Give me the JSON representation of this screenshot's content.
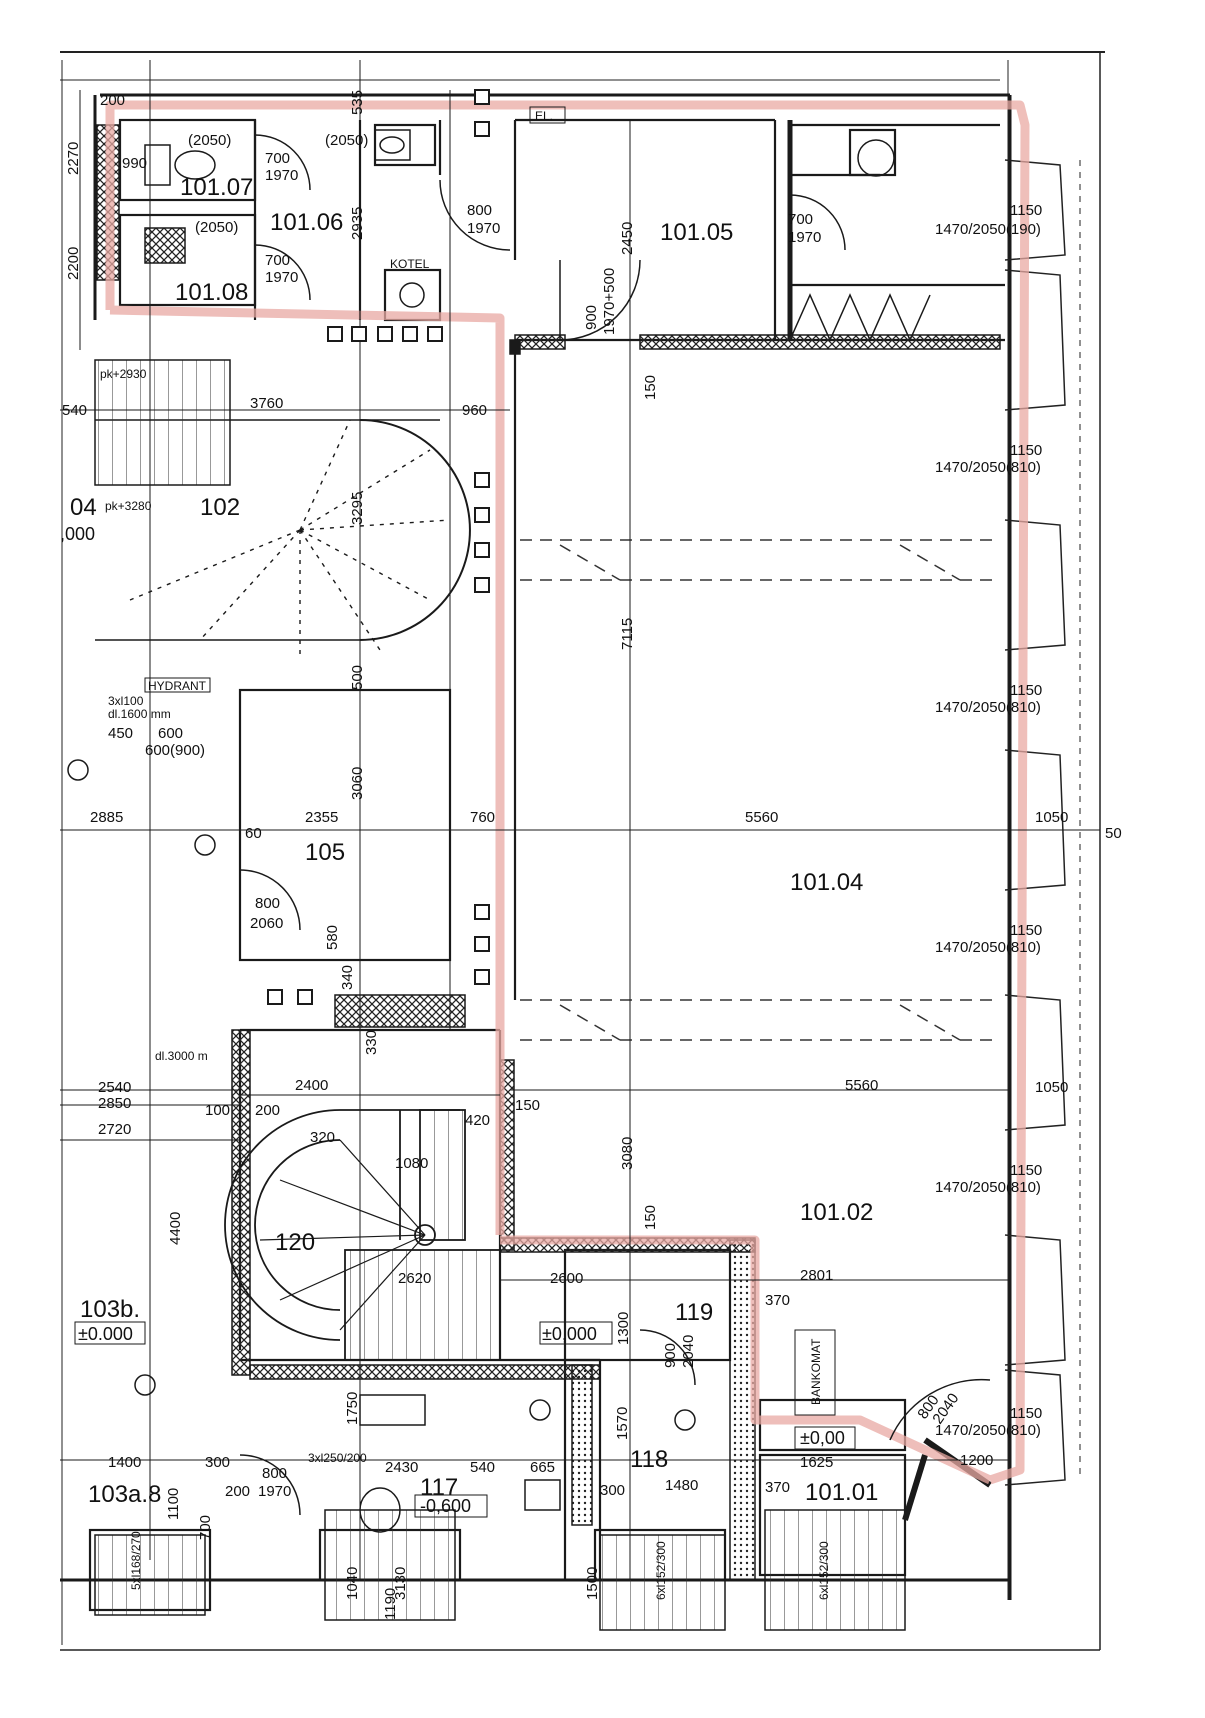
{
  "colors": {
    "ink": "#1a1a1a",
    "boundary": "#e9a9a3",
    "paper": "#ffffff",
    "hatch": "#222222"
  },
  "rooms": {
    "r101_01": "101.01",
    "r101_02": "101.02",
    "r101_04": "101.04",
    "r101_05": "101.05",
    "r101_06": "101.06",
    "r101_07": "101.07",
    "r101_08": "101.08",
    "r102": "102",
    "r103a": "103a.8",
    "r103b": "103b.",
    "r104": "04",
    "r105": "105",
    "r117": "117",
    "r118": "118",
    "r119": "119",
    "r120": "120"
  },
  "levels": {
    "l103b": "±0.000",
    "l119": "±0,000",
    "l117": "-0,600",
    "l101_01": "±0,00",
    "l104": ",000"
  },
  "labels": {
    "el": "EL.",
    "kotel": "KOTEL",
    "hydrant": "HYDRANT",
    "bankomat": "BANKOMAT",
    "hydrant_spec": "3xl100",
    "hydrant_spec2": "dl.1600 mm",
    "dl3000": "dl.3000 m",
    "pk2930": "pk+2930",
    "pk3280": "pk+3280",
    "stair1": "5xl168/270",
    "stair2": "6xl152/300",
    "stair3": "6xl152/300",
    "stair4": "3xl250/200"
  },
  "dimensions": {
    "d200": "200",
    "d535": "535",
    "d2050a": "(2050)",
    "d2050b": "(2050)",
    "d2050c": "(2050)",
    "d700a": "700",
    "d1970a": "1970",
    "d700b": "700",
    "d1970b": "1970",
    "d700c": "700",
    "d1970c": "1970",
    "d800a": "800",
    "d1970d": "1970",
    "d2935": "2935",
    "d2270": "2270",
    "d2200": "2200",
    "d990": "990",
    "d2450": "2450",
    "d900a": "900",
    "d1970e": "1970+500",
    "d1150a": "1150",
    "d1470a": "1470/2050(190)",
    "d1150b": "1150",
    "d1470b": "1470/2050(810)",
    "d1150c": "1150",
    "d1470c": "1470/2050(810)",
    "d1150d": "1150",
    "d1470d": "1470/2050(810)",
    "d1150e": "1150",
    "d1470e": "1470/2050(810)",
    "d1150f": "1150",
    "d1470f": "1470/2050(810)",
    "d150a": "150",
    "d3760": "3760",
    "d960": "960",
    "d540": "540",
    "d3295": "3295",
    "d7115": "7115",
    "d500": "500",
    "d450": "450",
    "d600": "600",
    "d600b": "600(900)",
    "d3060": "3060",
    "d2885": "2885",
    "d2355": "2355",
    "d760": "760",
    "d5560a": "5560",
    "d1050a": "1050",
    "d50": "50",
    "d60": "60",
    "d800b": "800",
    "d2060": "2060",
    "d580": "580",
    "d340": "340",
    "d330": "330",
    "d2540": "2540",
    "d2850": "2850",
    "d2720": "2720",
    "d2400": "2400",
    "d100": "100",
    "d200b": "200",
    "d420": "420",
    "d150b": "150",
    "d5560b": "5560",
    "d1050b": "1050",
    "d320": "320",
    "d1080": "1080",
    "d3080": "3080",
    "d4400": "4400",
    "d150c": "150",
    "d2620": "2620",
    "d2600": "2600",
    "d2801": "2801",
    "d370a": "370",
    "d1300": "1300",
    "d900b": "900",
    "d2040a": "2040",
    "d800c": "800",
    "d2040b": "2040",
    "d1750": "1750",
    "d1570": "1570",
    "d1400": "1400",
    "d300a": "300",
    "d800d": "800",
    "d1970f": "1970",
    "d2430": "2430",
    "d540b": "540",
    "d665": "665",
    "d1625": "1625",
    "d1200": "1200",
    "d300b": "300",
    "d1480": "1480",
    "d370b": "370",
    "d200c": "200",
    "d1100": "1100",
    "d1040": "1040",
    "d3130": "3130",
    "d1500": "1500",
    "d700d": "700",
    "d1190": "1190"
  }
}
